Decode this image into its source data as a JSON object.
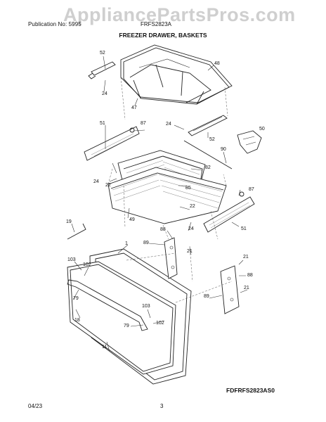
{
  "watermark": "AppliancePartsPros.com",
  "header": {
    "publication": "Publication No: 5995",
    "model": "FRFS2823A",
    "title": "FREEZER DRAWER, BASKETS"
  },
  "footer": {
    "diagram_code": "FDFRFS2823AS0",
    "date": "04/23",
    "page": "3"
  },
  "callouts": [
    "52",
    "48",
    "24",
    "47",
    "24",
    "50",
    "51",
    "87",
    "52",
    "90",
    "82",
    "24",
    "22",
    "85",
    "87",
    "22",
    "49",
    "19",
    "88",
    "24",
    "51",
    "89",
    "21",
    "1",
    "103",
    "102",
    "21",
    "88",
    "79",
    "21",
    "89",
    "103",
    "18",
    "102",
    "79",
    "11"
  ]
}
